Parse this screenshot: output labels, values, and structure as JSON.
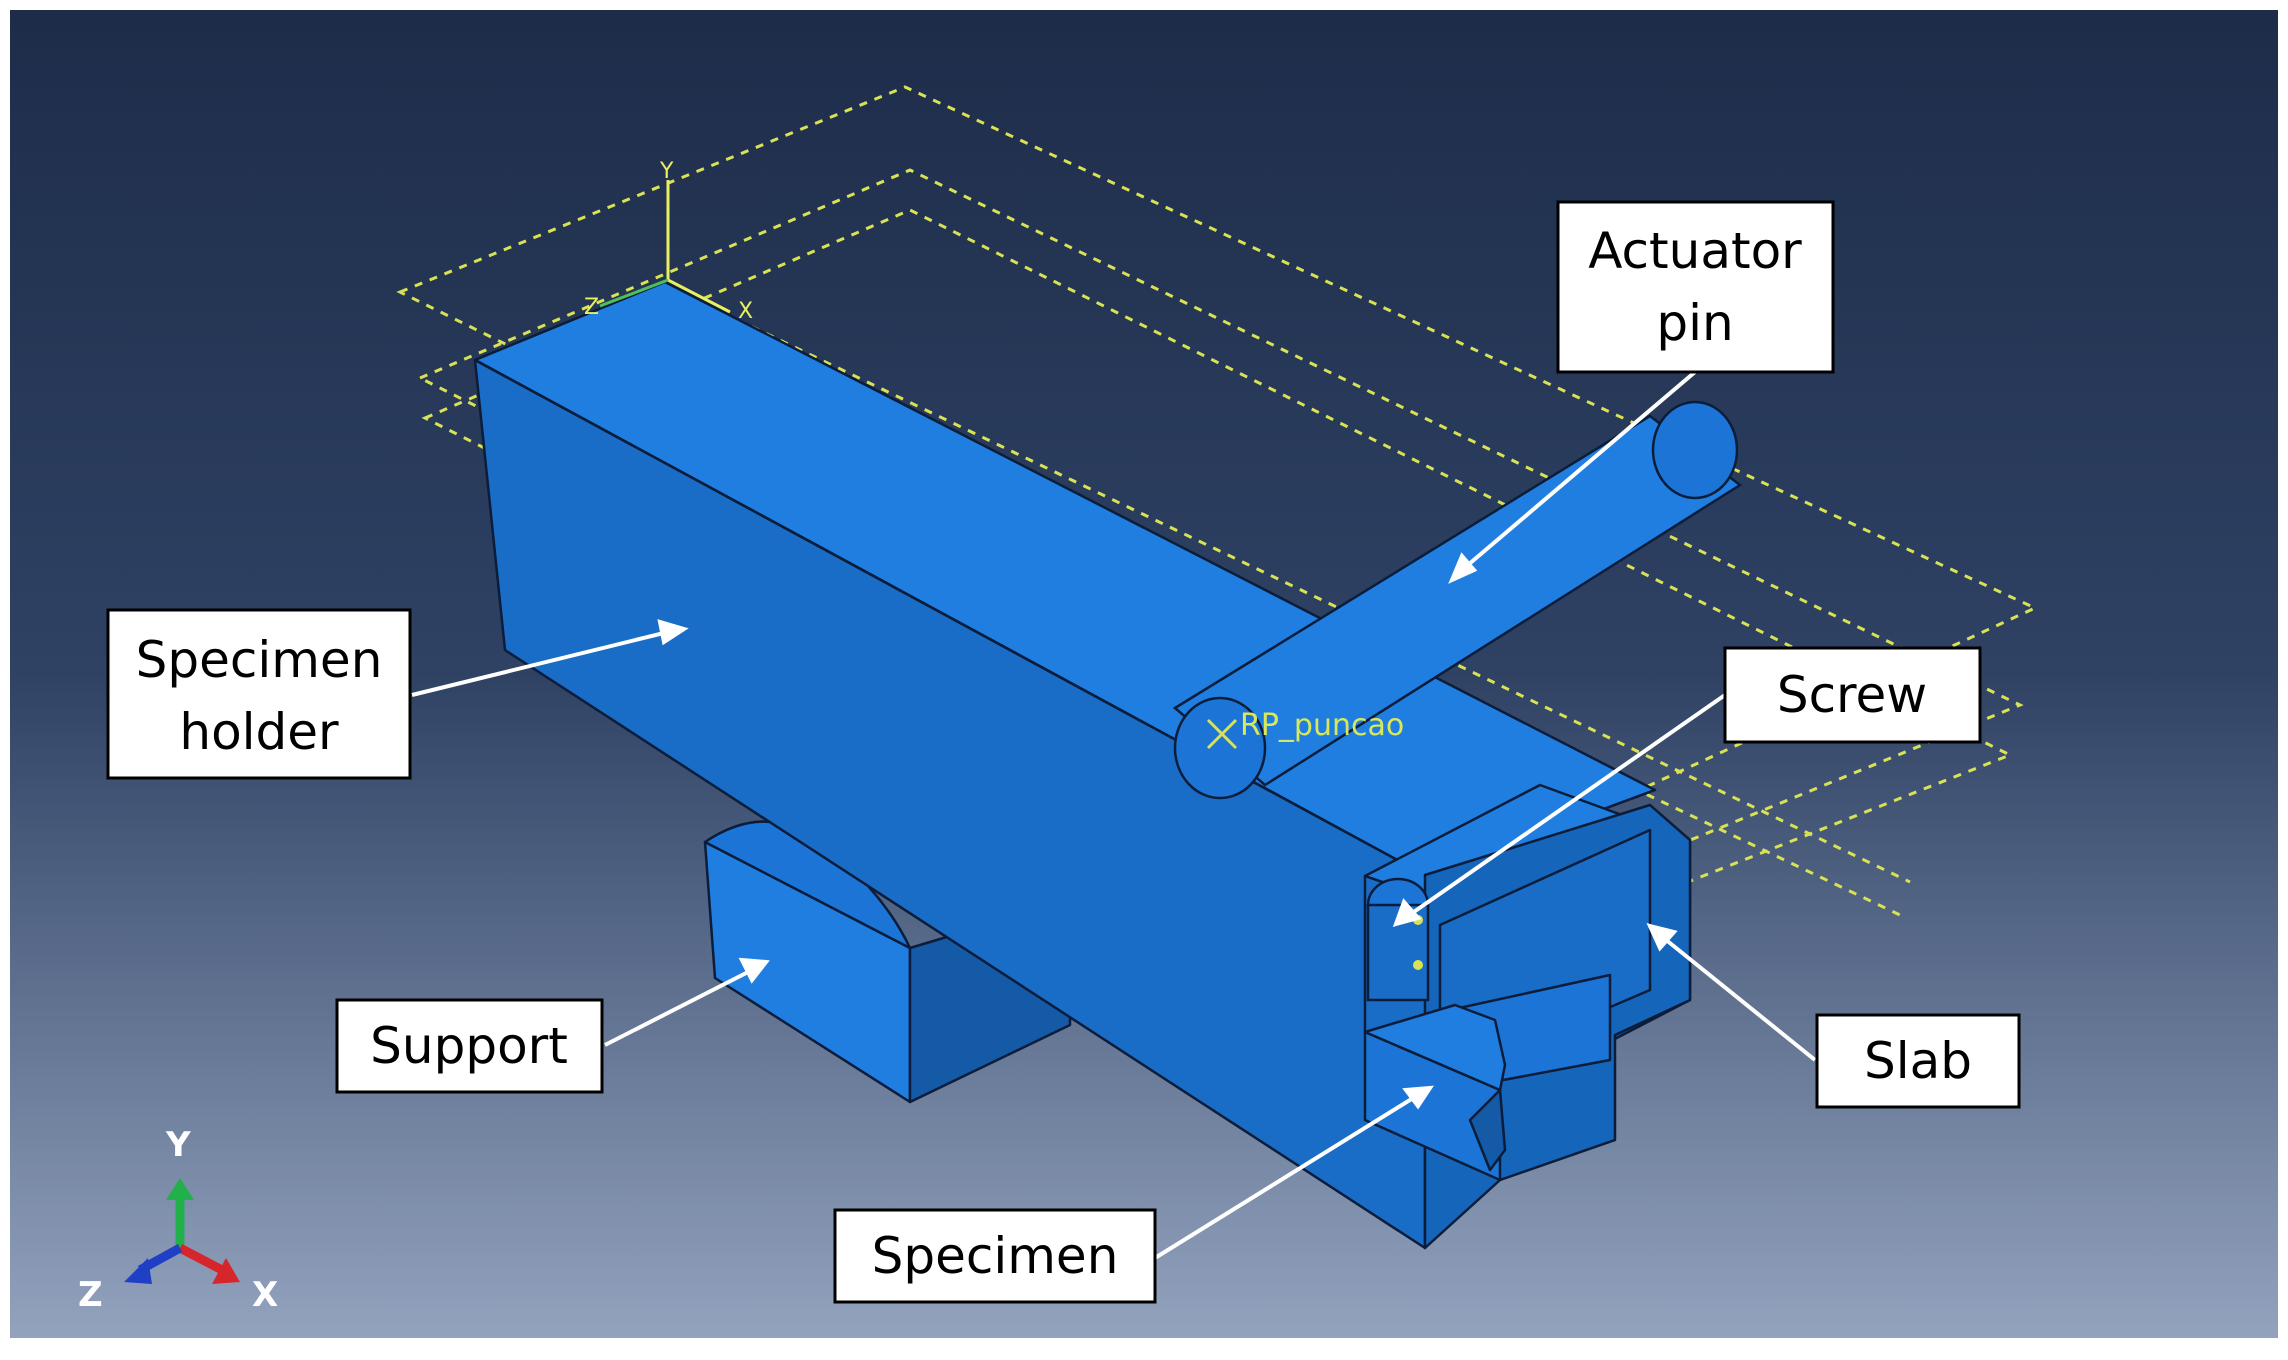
{
  "labels": {
    "actuator_pin": [
      "Actuator",
      "pin"
    ],
    "specimen_holder": [
      "Specimen",
      "holder"
    ],
    "screw": "Screw",
    "support": "Support",
    "slab": "Slab",
    "specimen": "Specimen"
  },
  "reference_point": "RP_puncao",
  "model_csys": {
    "y": "Y",
    "x": "X",
    "z": "Z"
  },
  "view_triad": {
    "y": "Y",
    "x": "X",
    "z": "Z"
  },
  "colors": {
    "background_top": "#1d2c49",
    "background_bottom": "#93a3be",
    "part_light": "#1f7ee0",
    "part_mid": "#1a6dc6",
    "part_dark": "#145aa6",
    "edges": "#0b1d3a",
    "datum_lines": "#d9e255",
    "triad_y": "#22b04a",
    "triad_x": "#d6262b",
    "triad_z": "#1f3fc4"
  }
}
